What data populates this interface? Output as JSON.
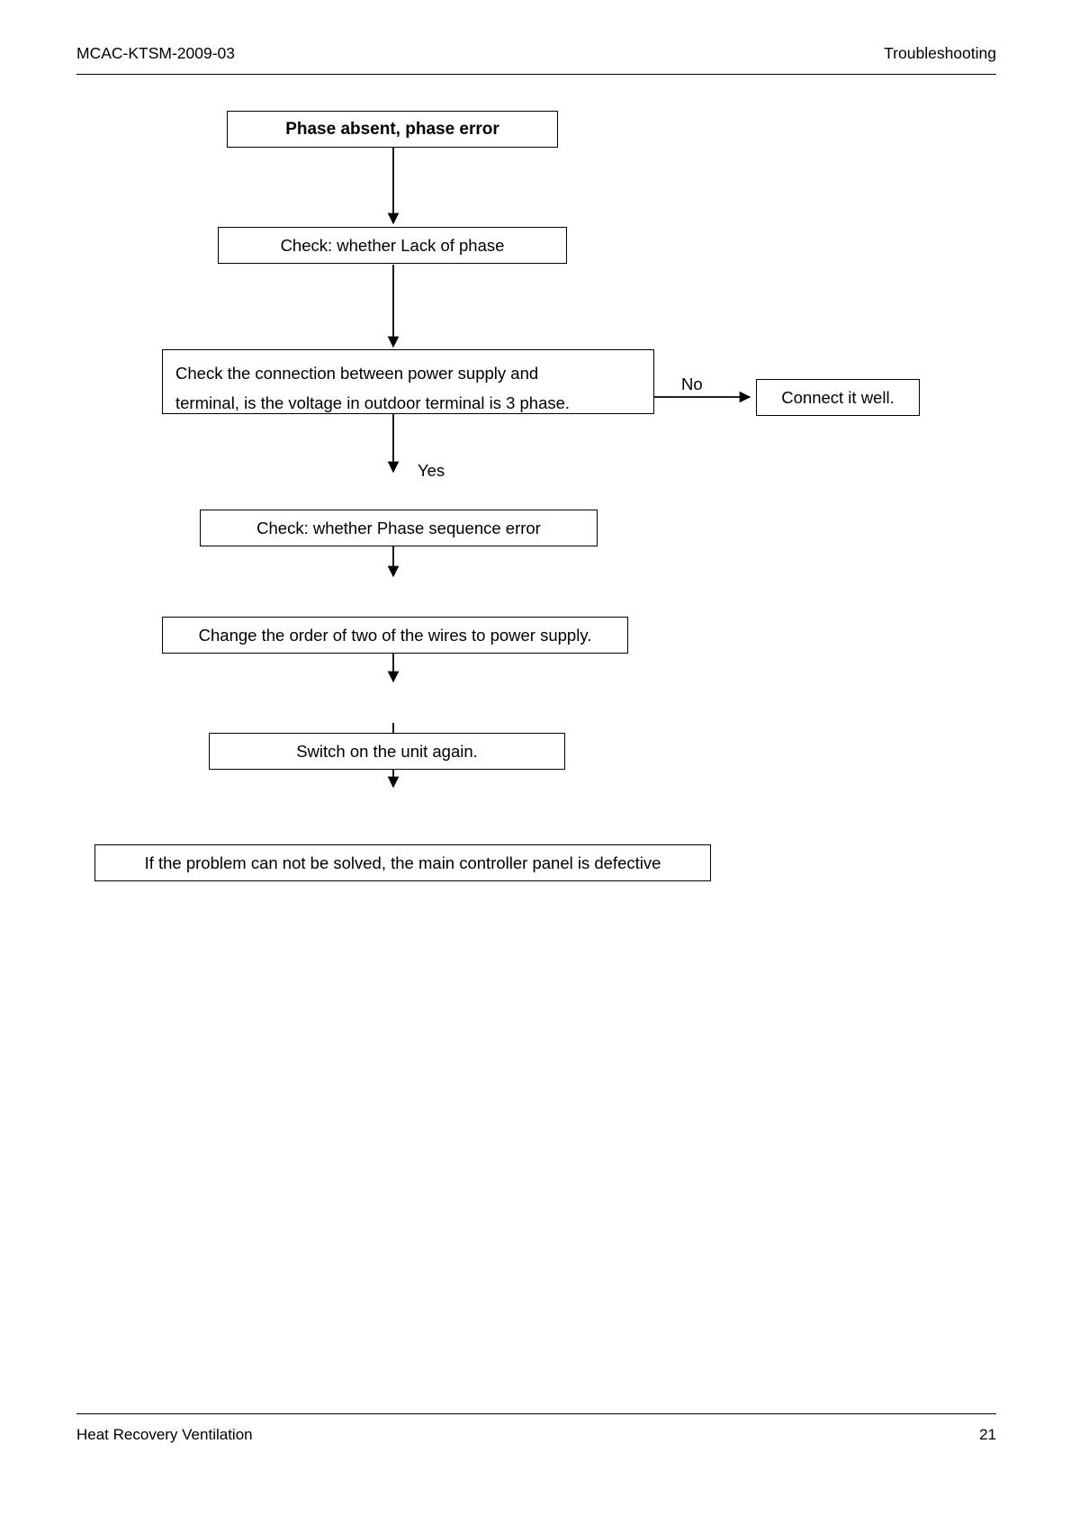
{
  "header": {
    "doc_code": "MCAC-KTSM-2009-03",
    "section": "Troubleshooting"
  },
  "footer": {
    "product": "Heat Recovery Ventilation",
    "page_number": "21"
  },
  "flowchart": {
    "title": "Phase absent, phase error",
    "nodes": [
      {
        "id": "start",
        "label": "Phase absent, phase error"
      },
      {
        "id": "check-lack",
        "label": "Check: whether Lack of phase"
      },
      {
        "id": "check-conn-1",
        "label": "Check the connection between power supply and"
      },
      {
        "id": "check-conn-2",
        "label": "terminal, is the voltage in outdoor terminal is 3 phase."
      },
      {
        "id": "connect-well",
        "label": "Connect it well."
      },
      {
        "id": "check-seq",
        "label": "Check: whether Phase sequence error"
      },
      {
        "id": "change-order",
        "label": "Change the order of two of the wires to power supply."
      },
      {
        "id": "switch-on",
        "label": "Switch on the unit again."
      },
      {
        "id": "defective",
        "label": "If the problem can not be solved, the main controller panel is defective"
      }
    ],
    "edge_labels": {
      "no": "No",
      "yes": "Yes"
    }
  }
}
